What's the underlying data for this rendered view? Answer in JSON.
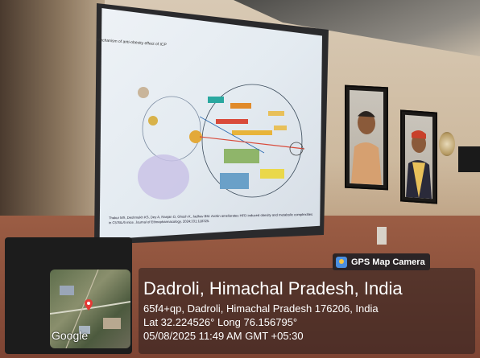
{
  "overlay": {
    "badge_label": "GPS Map Camera",
    "location_title": "Dadroli, Himachal Pradesh, India",
    "address": "65f4+qp, Dadroli, Himachal Pradesh 176206, India",
    "coordinates": "Lat 32.224526° Long 76.156795°",
    "datetime": "05/08/2025 11:49 AM GMT +05:30",
    "map_brand": "Google"
  },
  "slide": {
    "title": "Mechanism of anti-obesity effect of ICP",
    "caption": "Thakur MS, Deshmukh KS, Dey A, Ranjan O, Ghosh K, Jadhav BM. Arctiin ameliorates HFD-induced obesity and metabolic complexities in C57BL/6 mice. Journal of Ethnopharmacology. 2024;331:118325."
  },
  "colors": {
    "overlay_bg": "#281e1e",
    "badge_icon": "#4b8fe0",
    "pin": "#e53935"
  }
}
